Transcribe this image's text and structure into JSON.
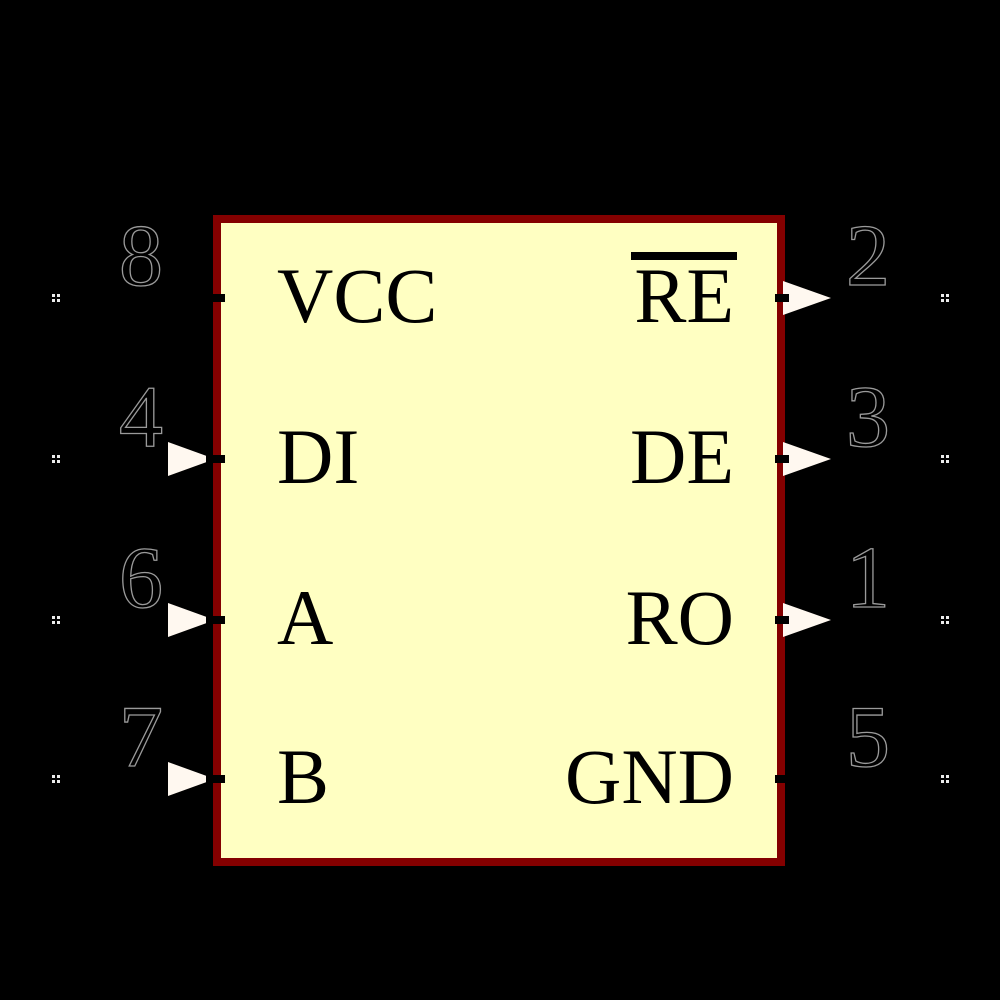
{
  "colors": {
    "background": "#000000",
    "body_fill": "#FFFFC2",
    "body_outline": "#840000",
    "pin_arrow": "#FFF8F0",
    "pin_marker": "#ECECEC",
    "label_text": "#000000",
    "number_outline": "#9A9A9A"
  },
  "pins_left": [
    {
      "number": "8",
      "label": "VCC",
      "arrow": false,
      "active_low": false
    },
    {
      "number": "4",
      "label": "DI",
      "arrow": true,
      "active_low": false
    },
    {
      "number": "6",
      "label": "A",
      "arrow": true,
      "active_low": false
    },
    {
      "number": "7",
      "label": "B",
      "arrow": true,
      "active_low": false
    }
  ],
  "pins_right": [
    {
      "number": "2",
      "label": "RE",
      "arrow": true,
      "active_low": true
    },
    {
      "number": "3",
      "label": "DE",
      "arrow": true,
      "active_low": false
    },
    {
      "number": "1",
      "label": "RO",
      "arrow": true,
      "active_low": false
    },
    {
      "number": "5",
      "label": "GND",
      "arrow": false,
      "active_low": false
    }
  ]
}
